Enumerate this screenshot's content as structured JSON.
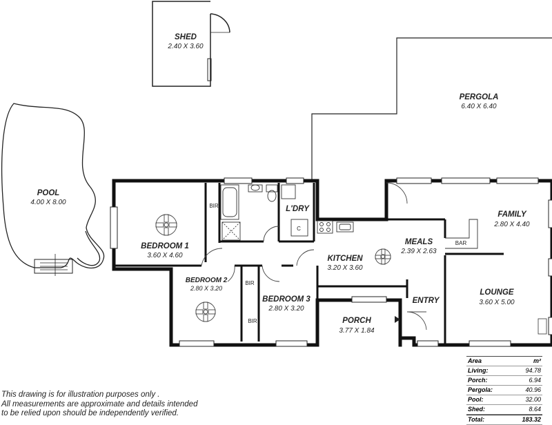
{
  "rooms": {
    "shed": {
      "name": "SHED",
      "dims": "2.40 X 3.60"
    },
    "pergola": {
      "name": "PERGOLA",
      "dims": "6.40 X 6.40"
    },
    "pool": {
      "name": "POOL",
      "dims": "4.00 X 8.00"
    },
    "bedroom1": {
      "name": "BEDROOM 1",
      "dims": "3.60 X 4.60"
    },
    "laundry": {
      "name": "L'DRY"
    },
    "kitchen": {
      "name": "KITCHEN",
      "dims": "3.20 X 3.60"
    },
    "meals": {
      "name": "MEALS",
      "dims": "2.39 X 2.63"
    },
    "family": {
      "name": "FAMILY",
      "dims": "2.80 X 4.40"
    },
    "bedroom2": {
      "name": "BEDROOM 2",
      "dims": "2.80 X 3.20"
    },
    "bedroom3": {
      "name": "BEDROOM 3",
      "dims": "2.80 X 3.20"
    },
    "entry": {
      "name": "ENTRY"
    },
    "lounge": {
      "name": "LOUNGE",
      "dims": "3.60 X 5.00"
    },
    "porch": {
      "name": "PORCH",
      "dims": "3.77 X 1.84"
    }
  },
  "fixtures": {
    "bir": "BIR",
    "bar": "BAR",
    "c": "C"
  },
  "disclaimer": [
    "This drawing is for illustration purposes only .",
    "All measurements are approximate and details intended",
    "to be relied upon should be independently verified."
  ],
  "area_table": {
    "header": {
      "label": "Area",
      "unit": "m²"
    },
    "rows": [
      {
        "label": "Living:",
        "value": "94.78"
      },
      {
        "label": "Porch:",
        "value": "6.94"
      },
      {
        "label": "Pergola:",
        "value": "40.96"
      },
      {
        "label": "Pool:",
        "value": "32.00"
      },
      {
        "label": "Shed:",
        "value": "8.64"
      }
    ],
    "total": {
      "label": "Total:",
      "value": "183.32"
    }
  }
}
